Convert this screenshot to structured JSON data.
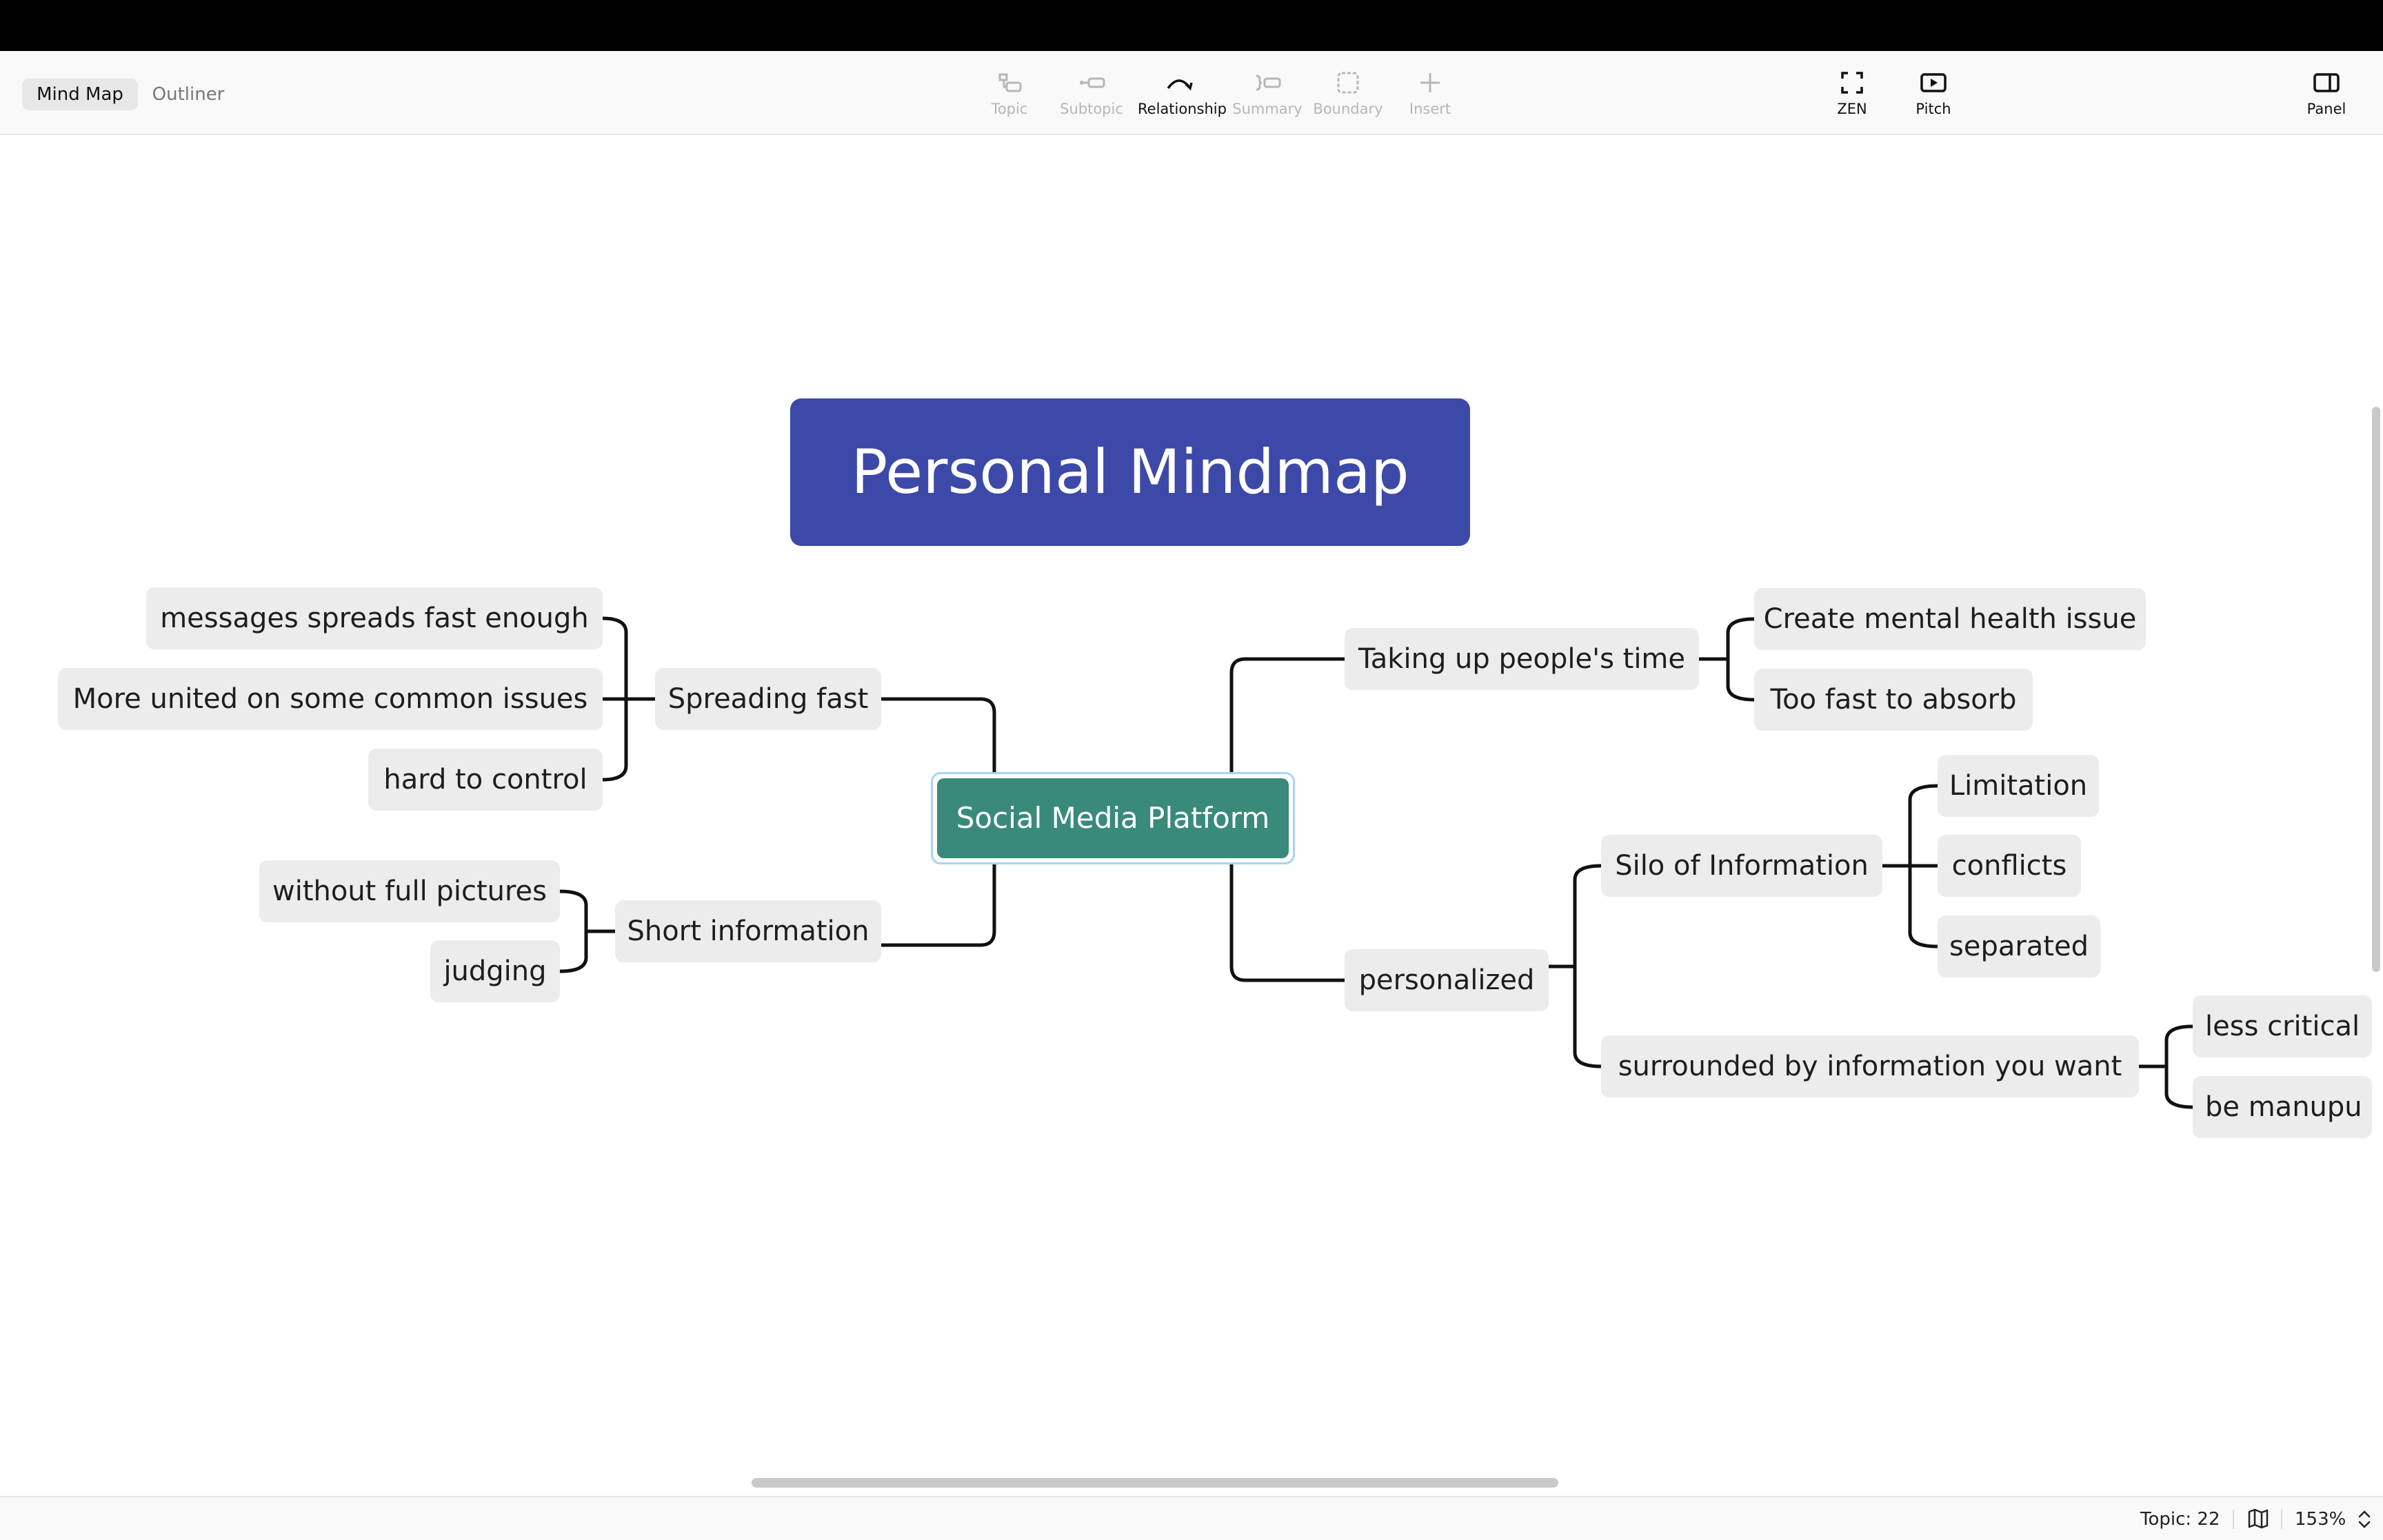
{
  "view_modes": {
    "mind_map": "Mind Map",
    "outliner": "Outliner"
  },
  "toolbar": {
    "topic": "Topic",
    "subtopic": "Subtopic",
    "relationship": "Relationship",
    "summary": "Summary",
    "boundary": "Boundary",
    "insert": "Insert",
    "zen": "ZEN",
    "pitch": "Pitch",
    "panel": "Panel"
  },
  "mindmap": {
    "title": "Personal Mindmap",
    "central": "Social Media Platform",
    "left": {
      "spreading_fast": {
        "label": "Spreading fast",
        "children": [
          "messages spreads fast enough",
          "More united on some common issues",
          "hard to control"
        ]
      },
      "short_information": {
        "label": "Short information",
        "children": [
          "without full pictures",
          "judging"
        ]
      }
    },
    "right": {
      "taking_time": {
        "label": "Taking up people's time",
        "children": [
          "Create mental health issue",
          "Too fast to absorb"
        ]
      },
      "personalized": {
        "label": "personalized",
        "silo": {
          "label": "Silo of Information",
          "children": [
            "Limitation",
            "conflicts",
            "separated"
          ]
        },
        "surrounded": {
          "label": "surrounded by information you want",
          "children": [
            "less critical",
            "be manupu"
          ]
        }
      }
    }
  },
  "colors": {
    "title_bg": "#3d49a8",
    "central_bg": "#3a8a7b",
    "central_selection": "#a8d3f5",
    "node_bg": "#ececec",
    "line": "#111111"
  },
  "status": {
    "topic_count": "Topic: 22",
    "zoom": "153%"
  }
}
